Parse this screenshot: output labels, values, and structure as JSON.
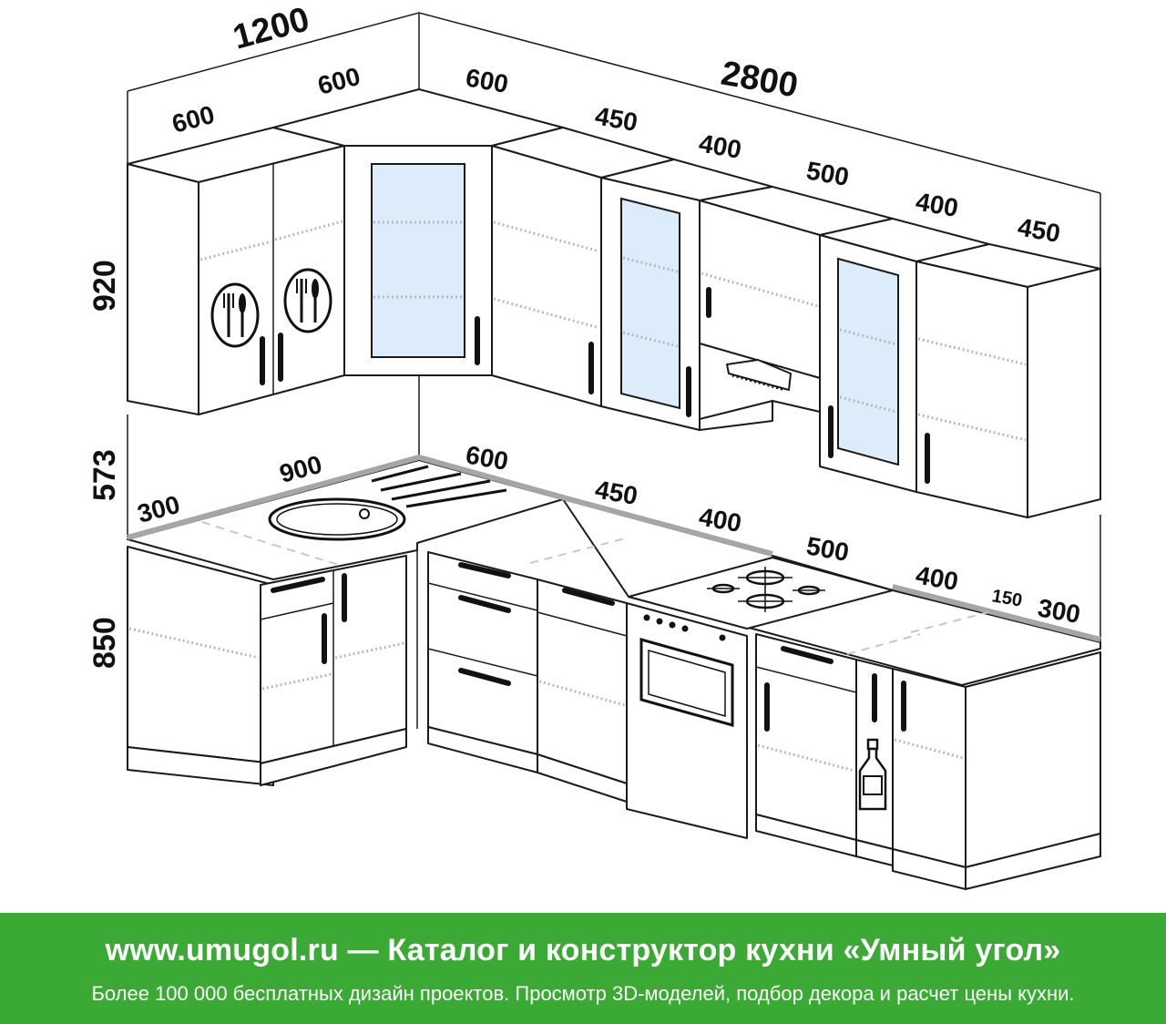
{
  "dimensions": {
    "upper_left_total": "1200",
    "upper_back_total": "2800",
    "upper_left_1": "600",
    "upper_left_2": "600",
    "upper_back_1": "600",
    "upper_back_2": "450",
    "upper_back_3": "400",
    "upper_back_4": "500",
    "upper_back_5": "400",
    "upper_back_6": "450",
    "upper_height": "920",
    "gap_height": "573",
    "base_height": "850",
    "base_left_1": "300",
    "base_left_2": "900",
    "base_back_1": "600",
    "base_back_2": "450",
    "base_back_3": "400",
    "base_back_4": "500",
    "base_back_5": "400",
    "base_back_6": "150",
    "base_back_7": "300"
  },
  "colors": {
    "banner": "#3aaa35",
    "banner_text": "#ffffff",
    "glass": "#dcecfb",
    "countertop_edge": "#a6a6a6",
    "outline": "#1a1a1a"
  },
  "icons": [
    "cutlery-icon",
    "cutlery-icon",
    "bottle-icon",
    "cooktop-icon",
    "oven-icon",
    "range-hood-icon",
    "sink-icon"
  ],
  "banner": {
    "title": "www.umugol.ru — Каталог и конструктор кухни «Умный угол»",
    "subtitle": "Более 100 000 бесплатных дизайн проектов. Просмотр 3D-моделей, подбор декора и расчет цены кухни."
  }
}
